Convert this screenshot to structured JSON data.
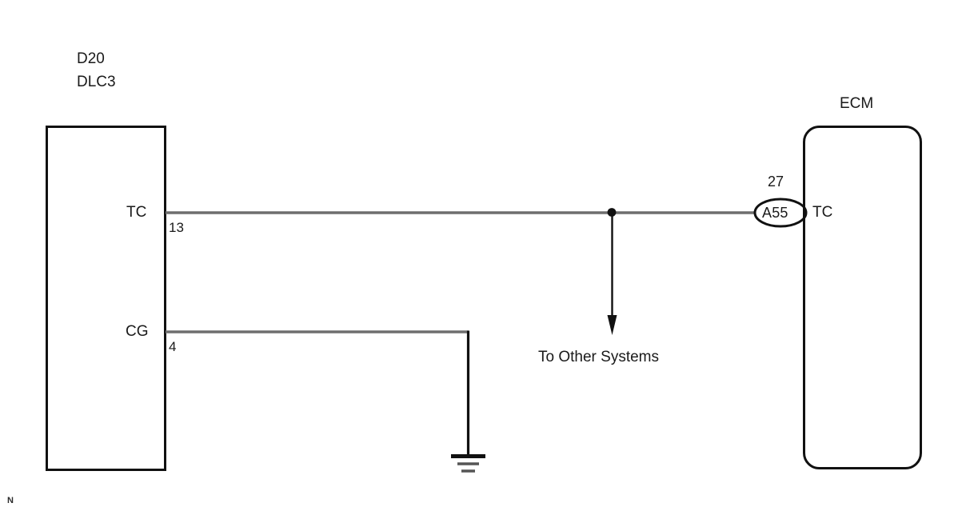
{
  "diagram": {
    "type": "automotive-wiring-schematic",
    "corner_mark": "N",
    "colors": {
      "wire": "#6e6e6e",
      "outline": "#111111",
      "text": "#1a1a1a",
      "background": "#ffffff"
    },
    "components": [
      {
        "id": "dlc3",
        "code": "D20",
        "name": "DLC3",
        "shape": "rectangle",
        "pins": [
          {
            "name": "TC",
            "number": "13"
          },
          {
            "name": "CG",
            "number": "4"
          }
        ]
      },
      {
        "id": "ecm",
        "name": "ECM",
        "shape": "rounded-rectangle",
        "connector_number": "27",
        "connector_code": "A55",
        "pins": [
          {
            "name": "TC"
          }
        ]
      }
    ],
    "branch": {
      "label": "To Other Systems",
      "direction": "down"
    },
    "ground": {
      "symbol": "chassis-ground",
      "bars": 3
    }
  }
}
